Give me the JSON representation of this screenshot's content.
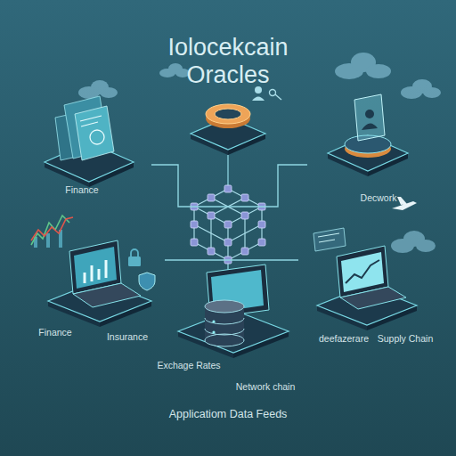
{
  "diagram": {
    "title": "Iolocekcain Oracles",
    "caption": "Applicatiom Data Feeds",
    "nodes": [
      {
        "text": [
          "Finance"
        ]
      },
      {
        "text": [
          "Decwork"
        ]
      },
      {
        "text": [
          "Finance",
          "Insurance"
        ]
      },
      {
        "text": [
          "Exchage Rates",
          "Network chain"
        ]
      },
      {
        "text": [
          "deefazerare",
          "Supply Chain"
        ]
      }
    ],
    "edges": [
      {
        "from": 0,
        "to": 1,
        "arrow": "none"
      },
      {
        "from": 2,
        "to": 4,
        "arrow": "none"
      }
    ]
  }
}
